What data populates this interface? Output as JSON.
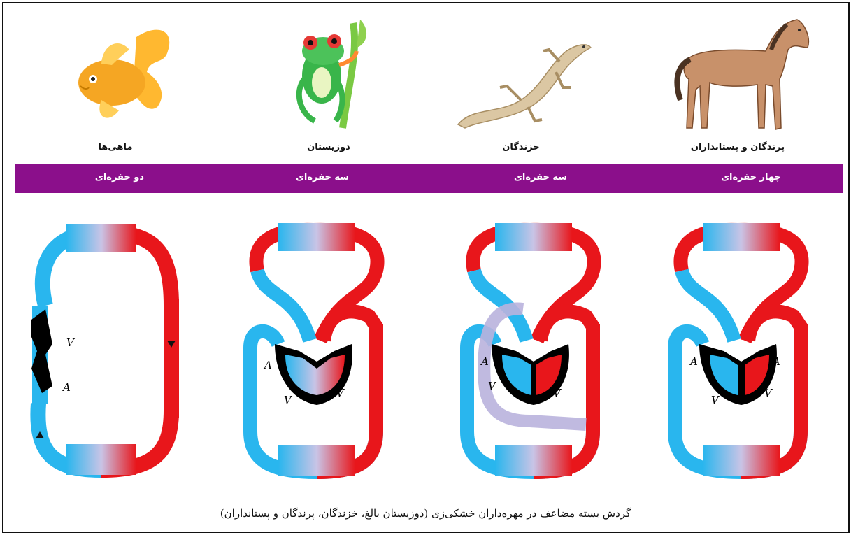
{
  "animals": [
    {
      "name": "ماهی‌ها",
      "chambers": "دو حفره‌ای",
      "icon": "goldfish-icon"
    },
    {
      "name": "دوزیستان",
      "chambers": "سه حفره‌ای",
      "icon": "frog-icon"
    },
    {
      "name": "خزندگان",
      "chambers": "سه حفره‌ای",
      "icon": "lizard-icon"
    },
    {
      "name": "پرندگان و پستانداران",
      "chambers": "چهار حفره‌ای",
      "icon": "horse-icon"
    }
  ],
  "labels": {
    "atrium": "A",
    "ventricle": "V"
  },
  "caption": "گردش بسته مضاعف در مهره‌داران خشکی‌زی (دوزیستان بالغ، خزندگان، پرندگان و پستانداران)",
  "colors": {
    "band": "#8b0f8b",
    "oxygen_poor": "#29b6ee",
    "oxygen_rich": "#e8161b",
    "heart": "#000000",
    "bypass": "#b9b3dd"
  }
}
